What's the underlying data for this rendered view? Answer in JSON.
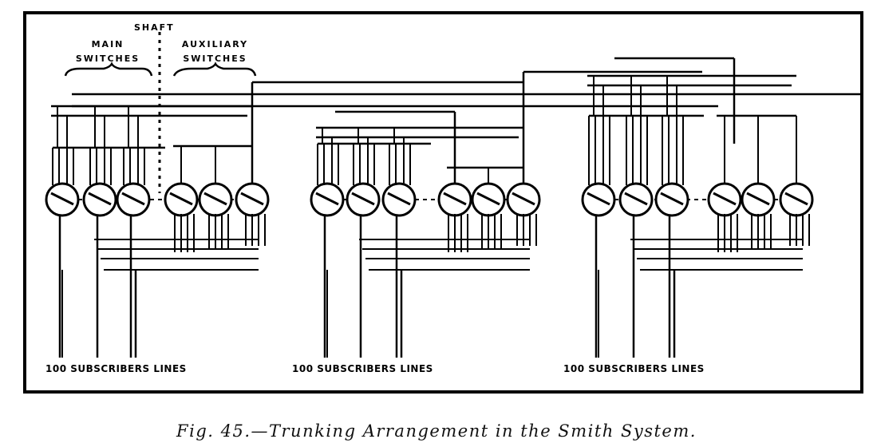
{
  "diagram": {
    "labels": {
      "shaft": "SHAFT",
      "main_switches": "MAIN SWITCHES",
      "auxiliary_switches": "AUXILIARY SWITCHES"
    },
    "groups": [
      {
        "lines_label": "100 SUBSCRIBERS LINES"
      },
      {
        "lines_label": "100 SUBSCRIBERS LINES"
      },
      {
        "lines_label": "100 SUBSCRIBERS LINES"
      }
    ],
    "caption": "Fig. 45.—Trunking Arrangement in the Smith System."
  }
}
